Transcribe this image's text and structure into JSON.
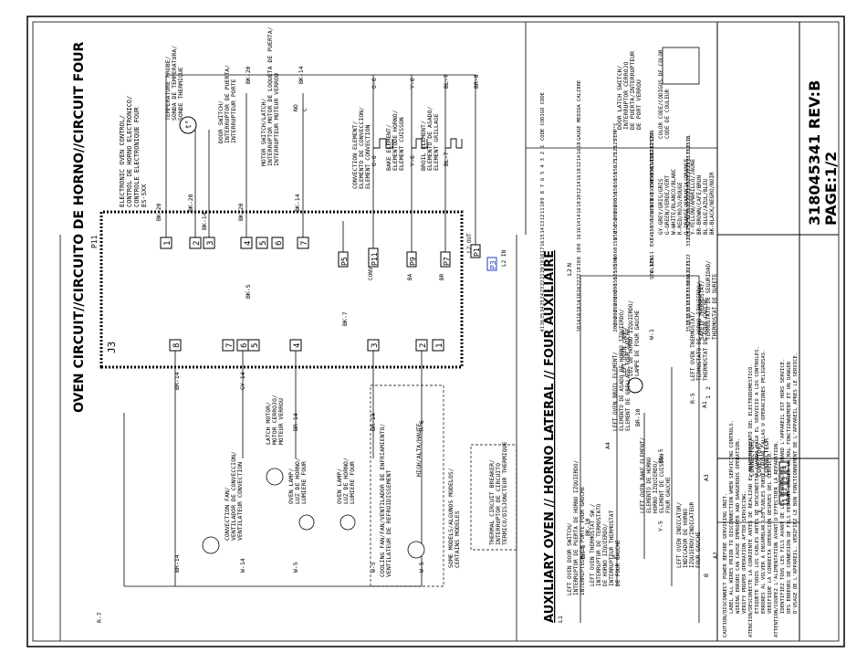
{
  "titles": {
    "oven_circuit": "OVEN CIRCUIT//CIRCUITO DE HORNO//CIRCUIT FOUR",
    "aux_oven": "AUXILIARY OVEN // HORNO LATERAL // FOUR AUXILIAIRE"
  },
  "control": {
    "name": [
      "ELECTRONIC OVEN CONTROL/",
      "CONTROL DE HORNO ELECTRONICO/",
      "CONTROLE ELECTRONIQUE FOUR",
      "ES-SXX"
    ],
    "p11": "P11",
    "j3": "J3",
    "p11_pins": [
      "1",
      "2",
      "3",
      "4",
      "5",
      "6",
      "7"
    ],
    "j3_pins": [
      "8",
      "7",
      "6",
      "5",
      "4",
      "3",
      "2",
      "1"
    ],
    "small_pins": [
      "P5",
      "P11",
      "P9",
      "P7",
      "P1",
      "P3"
    ],
    "pin_labels": [
      "CONV",
      "BA",
      "BR",
      "L2 OUT",
      "L2 IN"
    ]
  },
  "top_components": [
    [
      "TEMPERATURE PROBE/",
      "SONDA DE TEMPERATURA/",
      "SONDE THERMIQUE"
    ],
    [
      "DOOR SWITCH/",
      "INTERRUPTOR DE PUERTA/",
      "INTERRUPTEUR PORTE"
    ],
    [
      "MOTOR SWITCH/LATCH/",
      "INTERRUPTOR MOTOR DE LOQUETA DE PUERTA/",
      "INTERRUPTEUR MOTEUR VERROU"
    ],
    [
      "CONVECTION ELEMENT/",
      "ELEMENTO DE CONVECCION/",
      "ELEMENT CONVECTION"
    ],
    [
      "BAKE ELEMENT/",
      "ELEMENTODE HORNO/",
      "ELEMENT CUISSON"
    ],
    [
      "BROIL ELEMENT/",
      "ELEMENTO DE ASADO/",
      "ELEMENT GRILLAGE"
    ]
  ],
  "wires": [
    "BK-20",
    "BK-14",
    "BK-7",
    "BK-5",
    "O-6",
    "Y-6",
    "BL-7",
    "BR-8",
    "BR-14",
    "GY-14",
    "R-6",
    "W-5",
    "W-14",
    "R-7",
    "NO",
    "C",
    "t°"
  ],
  "lower_components": [
    [
      "CONVECTION FAN/",
      "VENTILADOR DE CONVECCION/",
      "VENTILATEUR CONVECTION"
    ],
    [
      "LATCH MOTOR/",
      "MOTOR CERROJO/",
      "MOTEUR VERROU"
    ],
    [
      "OVEN LAMP/",
      "LUZ DE HORNO/",
      "LUMIERE FOUR"
    ],
    [
      "OVEN LAMP/",
      "LUZ DE HORNO/",
      "LUMIERE FOUR"
    ],
    [
      "COOLING FAN/FAN/VENTILADOR DE ENFRIAMIENTO/",
      "VENTILATEUR DE REFROIDISSEMENT"
    ],
    [
      "HIGH/ALTA/HAUTE"
    ],
    [
      "SOME MODELS/ALGUNOS MODELOS/",
      "CERTAINS MODELES"
    ],
    [
      "THERMAL CIRCUIT BREAKER/",
      "INTERRUPTOR DE CIRCUITO",
      "TERMICO/DISJONCTEUR THERMIQUE"
    ]
  ],
  "color_code": {
    "door_latch": [
      "DOOR LATCH SWITCH/",
      "INTERRUPTOR CERROJO",
      "DE PUERTA/INTERRUPTEUR",
      "DE PORT VERROU"
    ],
    "header": [
      "COLOR CODE/CODIGOS DE COLOR",
      "CODE DE COULEUR"
    ],
    "entries": [
      "GY-GREY/GRIS/GRIS",
      "G-GREEN/VERDE/VERT",
      "W-WHITE/BLANCO/BLANC",
      "R-RED/ROJO/ROUGE",
      "O-ORANGE/NARANJA/ORANGE",
      "Y-YELLOW/AMARILLO/JAUNE",
      "BR-BROWN/CAFE/BRUN",
      "BL-BLUE/AZUL/BLEU",
      "BK-BLACK/NEGRO/NOIR"
    ]
  },
  "wire_table": {
    "headers": [
      "CODE CODIGO CODE",
      "GAUGE MEDIDA CALIBRE",
      "TEMP°C",
      "CSA",
      "UL"
    ],
    "rows": [
      [
        "1",
        "18",
        "125",
        "CL1251",
        "3173"
      ],
      [
        "2",
        "16",
        "125",
        "CL1251",
        "3173"
      ],
      [
        "3",
        "14",
        "125",
        "CL1251",
        "3173"
      ],
      [
        "4",
        "12",
        "125",
        "CL1251",
        "3173"
      ],
      [
        "5",
        "18",
        "150",
        "EXL-150",
        "3321"
      ],
      [
        "6",
        "16",
        "150",
        "EXL-150",
        "3321"
      ],
      [
        "7",
        "14",
        "150",
        "EXL-150",
        "3321"
      ],
      [
        "8",
        "12",
        "150",
        "EXL-150",
        "3321"
      ],
      [
        "9",
        "10",
        "150",
        "EXL-150",
        "3321"
      ],
      [
        "10",
        "18",
        "200",
        "SEW-1",
        "3122"
      ],
      [
        "11",
        "16",
        "200",
        "SEW-1",
        "3122"
      ],
      [
        "12",
        "14",
        "200",
        "SEW-1",
        "3122"
      ],
      [
        "13",
        "14",
        "250",
        "",
        "5252"
      ],
      [
        "14",
        "16",
        "250",
        "",
        "5252"
      ],
      [
        "15",
        "16",
        "250",
        "EXL-150",
        "3321"
      ],
      [
        "16",
        "8",
        "150",
        "EXL-150",
        "3321"
      ],
      [
        "17",
        "10",
        "60",
        "",
        ""
      ],
      [
        "18",
        "8",
        "60",
        "",
        ""
      ],
      [
        "19",
        "10",
        "200",
        "SEW-1",
        "3122"
      ],
      [
        "20",
        "18",
        "105",
        "CL1251",
        "3173"
      ],
      [
        "21",
        "22",
        "125",
        "SEW-1",
        "3122"
      ],
      [
        "22",
        "22",
        "150",
        "",
        "3266"
      ],
      [
        "23",
        "24",
        "200",
        "",
        "5108"
      ],
      [
        "24",
        "18",
        "200",
        "",
        "3573"
      ],
      [
        "25",
        "14",
        "200",
        "",
        "3512"
      ],
      [
        "34",
        "18",
        "200",
        "",
        "3512"
      ],
      [
        "35",
        "16",
        "200",
        "",
        "3512"
      ],
      [
        "36",
        "14",
        "200",
        "",
        "3512"
      ],
      [
        "41",
        "18",
        "200",
        "",
        "3512"
      ]
    ]
  },
  "connector": {
    "label": [
      "CONNECTOR/",
      "CONECTOR/",
      "CONNECTEUR"
    ],
    "prefix": "A",
    "pins": [
      "1",
      "2",
      "3",
      "4"
    ]
  },
  "aux_components": [
    [
      "LEFT OVEN LAMP/",
      "LUZ DE HORNO IZQUIERDO/",
      "LAMPE DE FOUR GAUCHE"
    ],
    [
      "LEFT OVEN BROIL ELEMENT/",
      "ELEMENTO DE ASADO DE HORNO IZQUIERDO/",
      "ELEMENT DE GRILLAGE FOUR GAUCHE"
    ],
    [
      "LEFT OVEN BAKE ELEMENT/",
      "ELEMENTO DE HORNO",
      "HORNO IZQUIERDO/",
      "ELEMENT DE CUISSON",
      "FOUR GAUCHE"
    ],
    [
      "LEFT OVEN DOOR SWITCH/",
      "INTERRUPTOR DE PUERTA DE HORNO IZQUIERDO/",
      "INTERRUPTEUR DE PORTE FOUR GAUCHE"
    ],
    [
      "LEFT OVEN THERMOSTAT SW./",
      "INTERRUPTOR DE TERMOSTATO",
      "DE HORNO IZQUIERDO/",
      "INTERRUPTEUR THERMOSTAT",
      "DE FOUR GAUCHE"
    ],
    [
      "LEFT OVEN INDICATOR/",
      "INDICADOR DE HORNO",
      "IZQUIERDO/INDICATEUR",
      "FOUR GAUCHE"
    ],
    [
      "SAFETY THERMOSTAT/",
      "TERMOSTATO DE SEGURIDAD/",
      "THERMOSTAT DE SURETE"
    ],
    [
      "LEFT OVEN THERMOSTAT/",
      "TERMOSTATO DE HORNO IZQUIERDO/",
      "THERMOSTAT DE FOUR GAUCHE"
    ]
  ],
  "aux_wires": [
    "W-1",
    "BR-10",
    "BL-5",
    "Y-5",
    "R-5",
    "BK-5",
    "BK-10",
    "L1",
    "L2",
    "N",
    "A1",
    "A2",
    "A3",
    "A4",
    "P",
    "B",
    "1",
    "2"
  ],
  "caution": [
    "CAUTION/DISCONNECT POWER BEFORE SERVICING UNIT.",
    "LABEL ALL WIRES PRIOR TO DISCONNECTION WHEN SERVICING CONTROLS.",
    "WIRING ERRORS CAN CAUSE IMPROPER AND DANGEROUS OPERATION.",
    "VERIFY PROPER OPERATION AFTER SERVICING.",
    "ATENCION/DESCONECTE LA CORRIENTE ANTES DE REALIZAR EL MANTENIMIENTO DEL ELECTRODOMESTICO.",
    "ETIQUETE TODOS LOS CABLES ANTES DE DESCONECTAR CUANDO HAGA EL SERVICIO A LOS CONTROLES.",
    "ERRORES AL VOLVER A ENSAMBLAR LOS CABLES PUEDE CAUSAR FALLAS U OPERACIONES PELIGROSAS.",
    "VERIFIQUE LA CORRECTA OPERACION DESPUES DEL SERVICIO.",
    "ATTENTION/COUPEZ L'ALIMENTATION AVANT D'EFFECTUER LA REPARATION.",
    "IDENTIFIEZ TOUS LES FILS AVANT DE LES DEBRANCHER QUAND L'APPAREIL EST HORS SERVICE.",
    "DES ERREURS DE CONNEXION DE FILS PEUVENT CAUSER UN MAL FONCTIONNEMENT ET UN DANGER",
    "D'USAGE DE L'APPAREIL. VERIFIEZ LE BON FONCTIONNEMENT DE L'APPAREIL APRES LE SERVICE."
  ],
  "doc": {
    "number": "318045341 REV:B",
    "page": "PAGE:1/2"
  }
}
